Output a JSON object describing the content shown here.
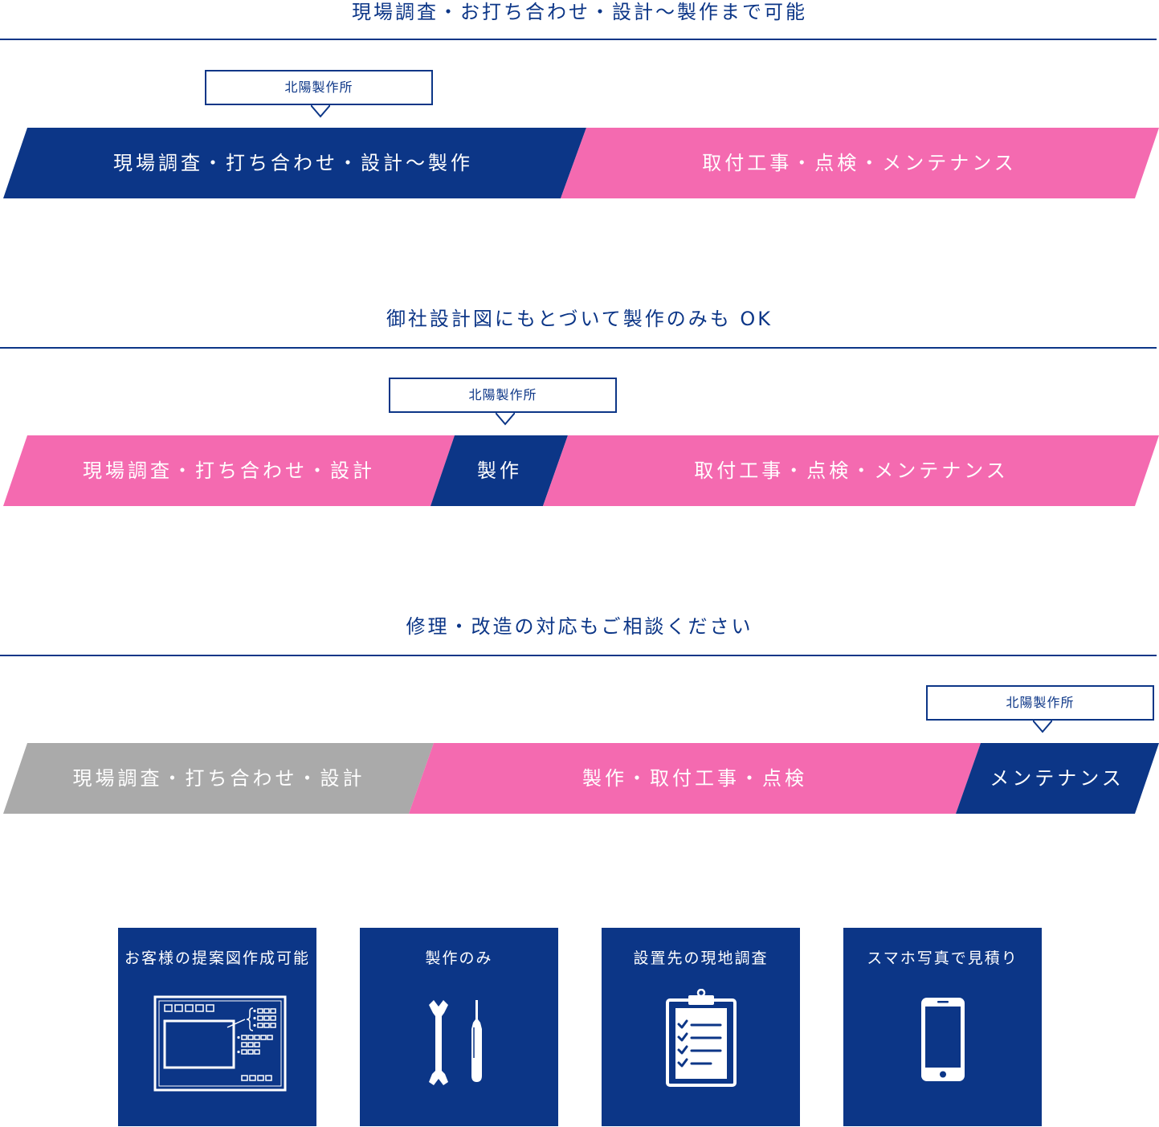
{
  "sections": [
    {
      "title": "現場調査・お打ち合わせ・設計～製作まで可能",
      "callout": "北陽製作所",
      "segments": [
        {
          "label": "現場調査・打ち合わせ・設計～製作",
          "color": "#0c3687"
        },
        {
          "label": "取付工事・点検・メンテナンス",
          "color": "#f46ab0"
        }
      ]
    },
    {
      "title": "御社設計図にもとづいて製作のみも OK",
      "callout": "北陽製作所",
      "segments": [
        {
          "label": "現場調査・打ち合わせ・設計",
          "color": "#f46ab0"
        },
        {
          "label": "製作",
          "color": "#0c3687"
        },
        {
          "label": "取付工事・点検・メンテナンス",
          "color": "#f46ab0"
        }
      ]
    },
    {
      "title": "修理・改造の対応もご相談ください",
      "callout": "北陽製作所",
      "segments": [
        {
          "label": "現場調査・打ち合わせ・設計",
          "color": "#aaaaaa"
        },
        {
          "label": "製作・取付工事・点検",
          "color": "#f46ab0"
        },
        {
          "label": "メンテナンス",
          "color": "#0c3687"
        }
      ]
    }
  ],
  "cards": [
    {
      "title": "お客様の提案図作成可能",
      "icon": "control-panel-drawing-icon"
    },
    {
      "title": "製作のみ",
      "icon": "wrench-screwdriver-icon"
    },
    {
      "title": "設置先の現地調査",
      "icon": "clipboard-checklist-icon"
    },
    {
      "title": "スマホ写真で見積り",
      "icon": "smartphone-icon"
    }
  ],
  "colors": {
    "navy": "#0c3687",
    "pink": "#f46ab0",
    "gray": "#aaaaaa",
    "white": "#ffffff"
  }
}
